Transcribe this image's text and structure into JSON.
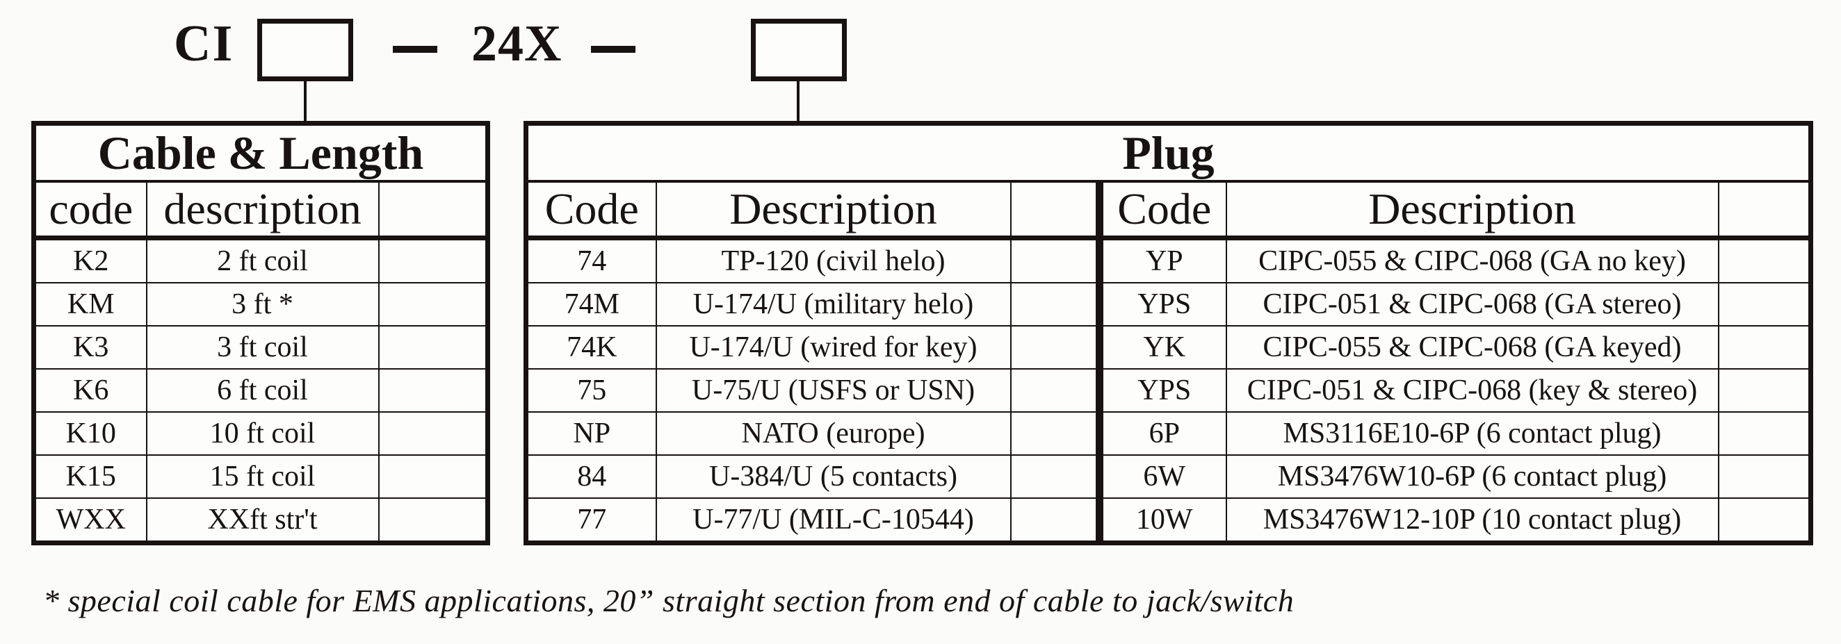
{
  "part_number": {
    "prefix": "CI",
    "model": "24X",
    "separator": "—"
  },
  "cable_table": {
    "title": "Cable & Length",
    "code_header": "code",
    "description_header": "description",
    "rows": [
      {
        "code": "K2",
        "description": "2 ft coil"
      },
      {
        "code": "KM",
        "description": "3 ft *"
      },
      {
        "code": "K3",
        "description": "3 ft coil"
      },
      {
        "code": "K6",
        "description": "6 ft coil"
      },
      {
        "code": "K10",
        "description": "10 ft coil"
      },
      {
        "code": "K15",
        "description": "15 ft coil"
      },
      {
        "code": "WXX",
        "description": "XXft str't"
      }
    ]
  },
  "plug_table": {
    "title": "Plug",
    "left": {
      "code_header": "Code",
      "description_header": "Description",
      "rows": [
        {
          "code": "74",
          "description": "TP-120 (civil helo)"
        },
        {
          "code": "74M",
          "description": "U-174/U (military helo)"
        },
        {
          "code": "74K",
          "description": "U-174/U (wired for key)"
        },
        {
          "code": "75",
          "description": "U-75/U (USFS or USN)"
        },
        {
          "code": "NP",
          "description": "NATO (europe)"
        },
        {
          "code": "84",
          "description": "U-384/U (5 contacts)"
        },
        {
          "code": "77",
          "description": "U-77/U (MIL-C-10544)"
        }
      ]
    },
    "right": {
      "code_header": "Code",
      "description_header": "Description",
      "rows": [
        {
          "code": "YP",
          "description": "CIPC-055 & CIPC-068 (GA no key)"
        },
        {
          "code": "YPS",
          "description": "CIPC-051 & CIPC-068 (GA stereo)"
        },
        {
          "code": "YK",
          "description": "CIPC-055 & CIPC-068 (GA keyed)"
        },
        {
          "code": "YPS",
          "description": "CIPC-051 & CIPC-068 (key & stereo)"
        },
        {
          "code": "6P",
          "description": "MS3116E10-6P (6 contact plug)"
        },
        {
          "code": "6W",
          "description": "MS3476W10-6P (6 contact plug)"
        },
        {
          "code": "10W",
          "description": "MS3476W12-10P (10 contact plug)"
        }
      ]
    }
  },
  "footnote": "* special coil cable for EMS applications, 20” straight section from end of cable to jack/switch"
}
